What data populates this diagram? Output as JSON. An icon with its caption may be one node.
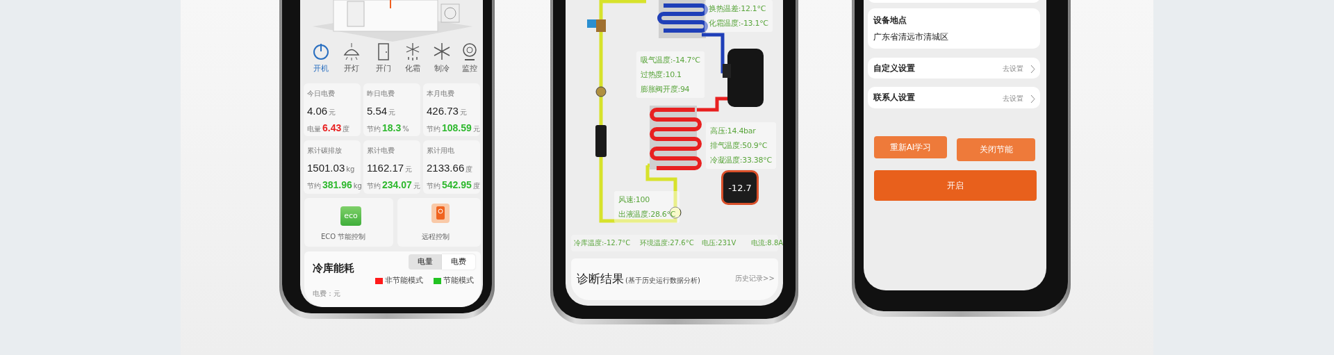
{
  "diagram": {
    "labels": [
      "开机",
      "开灯",
      "开门",
      "化霜",
      "制冷",
      "监控",
      "今日电费",
      "4.06",
      "元",
      "电量",
      "6.43",
      "度",
      "昨日电费",
      "5.54",
      "元",
      "节约",
      "18.3",
      "%",
      "本月电费",
      "426.73",
      "元",
      "节约",
      "108.59",
      "元",
      "累计碳排放",
      "1501.03",
      "kg",
      "节约",
      "381.96",
      "kg",
      "累计电费",
      "1162.17",
      "元",
      "节约",
      "234.07",
      "元",
      "累计用电",
      "2133.66",
      "度",
      "节约",
      "542.95",
      "度",
      "eco",
      "ECO 节能控制",
      "远程控制",
      "冷库能耗",
      "电量",
      "电费",
      "电费：元",
      "换热温差:12.1°C",
      "化霜温度:-13.1°C",
      "吸气温度:-14.7°C",
      "过热度:10.1",
      "膨胀阀开度:94",
      "高压:14.4bar",
      "排气温度:50.9°C",
      "冷凝温度:33.38°C",
      "-12.7",
      "风速:100",
      "出液温度:28.6°C",
      "冷库温度:-12.7°C",
      "环境温度:27.6°C",
      "电压:231V",
      "电流:8.8A",
      "诊断结果",
      "(基于历史运行数据分析)",
      "历史记录>>",
      "设备地点",
      "广东省清远市清城区",
      "自定义设置",
      "去设置",
      "联系人设置",
      "去设置",
      "重新AI学习",
      "关闭节能",
      "开启"
    ],
    "legend": [
      {
        "text": "非节能模式",
        "color": "#ff1a1a"
      },
      {
        "text": "节能模式",
        "color": "#22c322"
      }
    ]
  }
}
